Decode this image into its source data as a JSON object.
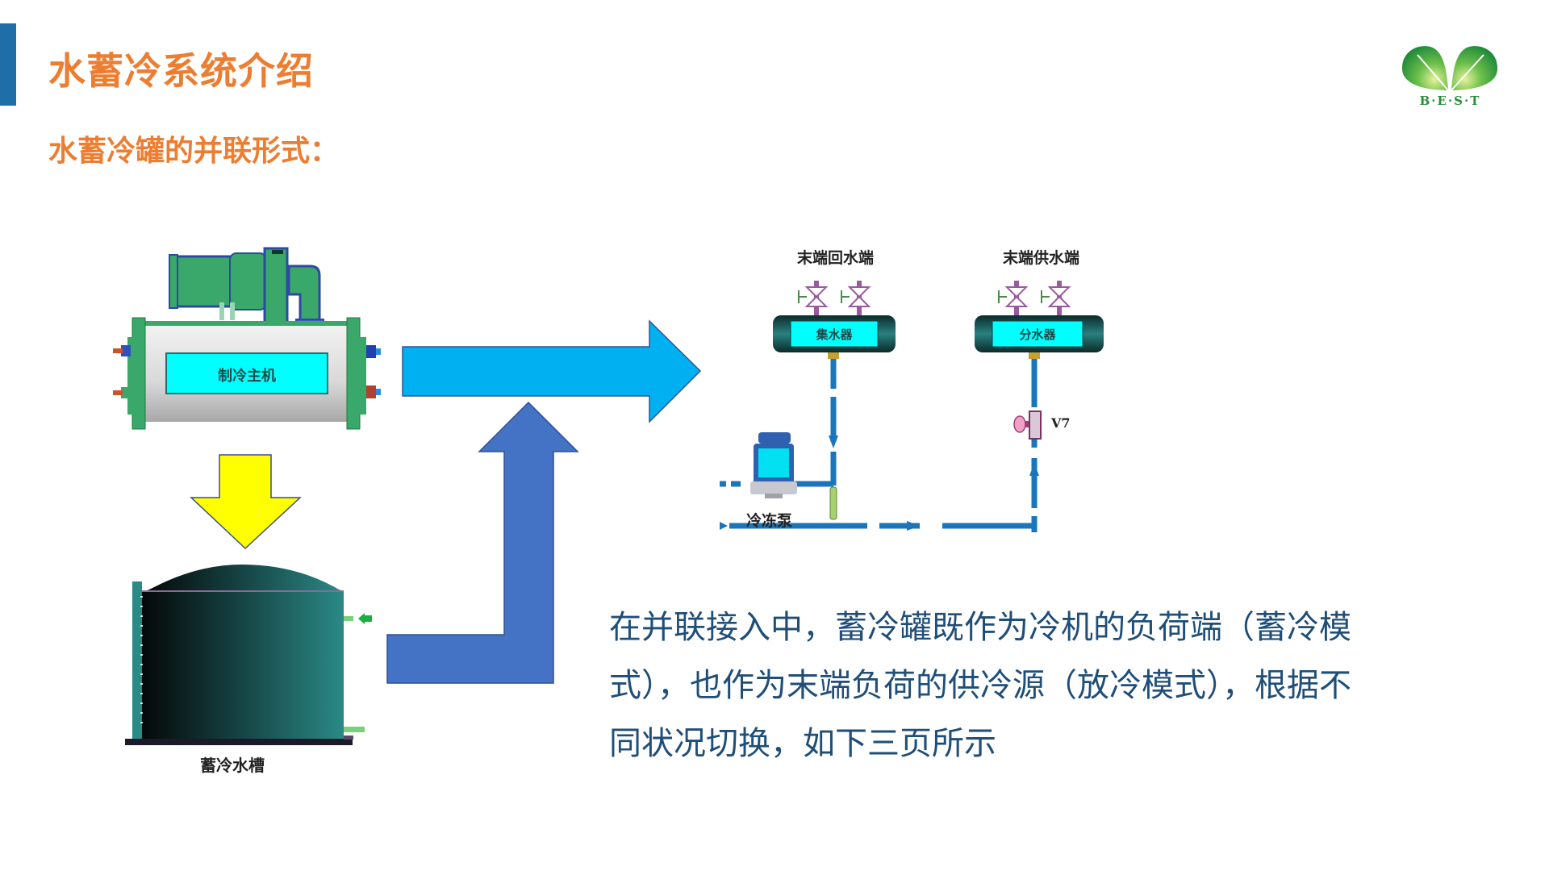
{
  "header": {
    "title": "水蓄冷系统介绍",
    "subtitle": "水蓄冷罐的并联形式："
  },
  "logo": {
    "text": "B·E·S·T",
    "icon": "twin-leaf-logo-icon"
  },
  "diagram": {
    "chiller": {
      "label": "制冷主机",
      "icon": "chiller-icon"
    },
    "storage_tank": {
      "label": "蓄冷水槽",
      "icon": "water-tank-icon"
    },
    "flow_arrows": [
      {
        "name": "chiller-to-load-arrow",
        "direction": "right",
        "color": "#00b0f0"
      },
      {
        "name": "chiller-to-tank-arrow",
        "direction": "down",
        "color": "#ffff00"
      },
      {
        "name": "tank-to-load-arrow",
        "direction": "up-then-join",
        "color": "#4472c4"
      }
    ],
    "piping": {
      "return_end_label": "末端回水端",
      "supply_end_label": "末端供水端",
      "collector_label": "集水器",
      "distributor_label": "分水器",
      "pump_label": "冷冻泵",
      "valve_label": "V7"
    }
  },
  "description": "在并联接入中，蓄冷罐既作为冷机的负荷端（蓄冷模式），也作为末端负荷的供冷源（放冷模式），根据不同状况切换，如下三页所示",
  "colors": {
    "title": "#ed7d31",
    "accent_bar": "#1f6ea8",
    "body_text": "#1f4e79",
    "pipe": "#1a75bb"
  }
}
